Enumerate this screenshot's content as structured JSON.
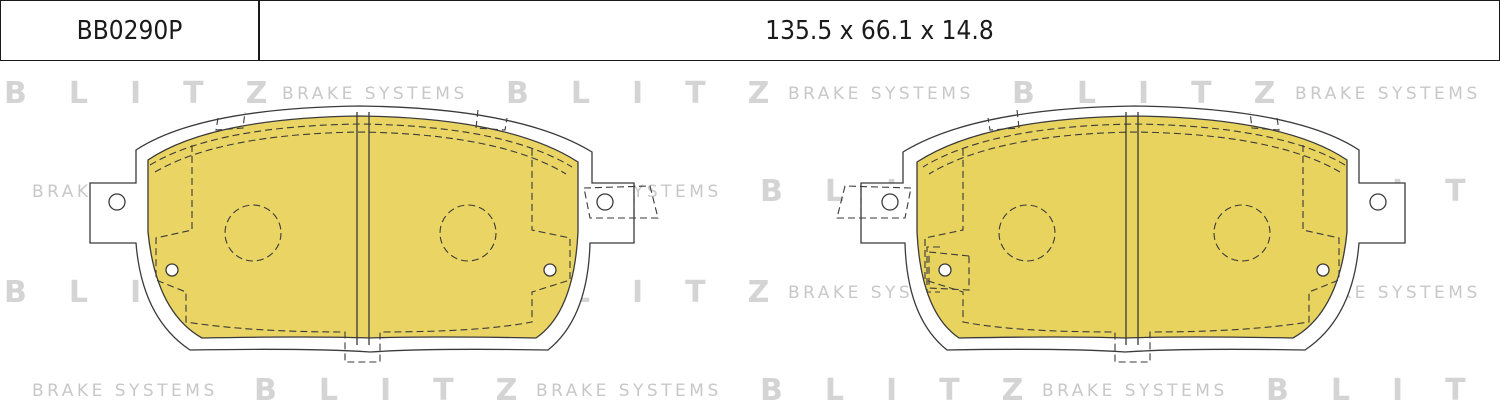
{
  "header": {
    "part_code": "BB0290P",
    "dimensions": "135.5 x 66.1 x 14.8"
  },
  "watermark": {
    "brand": "BLITZ",
    "tagline": "BRAKE SYSTEMS"
  },
  "colors": {
    "lining": "#e8d35f",
    "outline": "#3a3a3a",
    "watermark": "#d4d4d4"
  }
}
